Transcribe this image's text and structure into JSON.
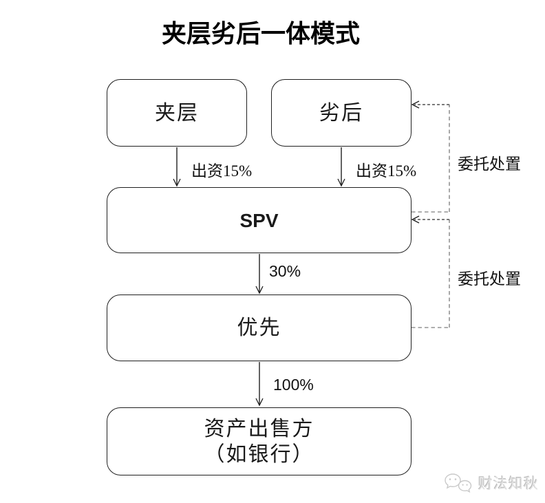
{
  "title": "夹层劣后一体模式",
  "nodes": {
    "mezzanine": "夹层",
    "subordinate": "劣后",
    "spv": "SPV",
    "senior": "优先",
    "seller_line1": "资产出售方",
    "seller_line2": "（如银行）"
  },
  "edge_labels": {
    "mezzanine_to_spv": "出资15%",
    "subordinate_to_spv": "出资15%",
    "spv_to_senior": "30%",
    "senior_to_seller": "100%",
    "entrust_upper": "委托处置",
    "entrust_lower": "委托处置"
  },
  "watermark": {
    "text": "财法知秋",
    "icon": "wechat-icon"
  },
  "colors": {
    "line": "#1f1f1f",
    "dashed_dark": "#2b2b2b",
    "dashed_gray": "#939393",
    "watermark_text": "#e3e3e3",
    "watermark_shadow": "#b9b9b9",
    "watermark_stroke": "#c9c9c9"
  }
}
